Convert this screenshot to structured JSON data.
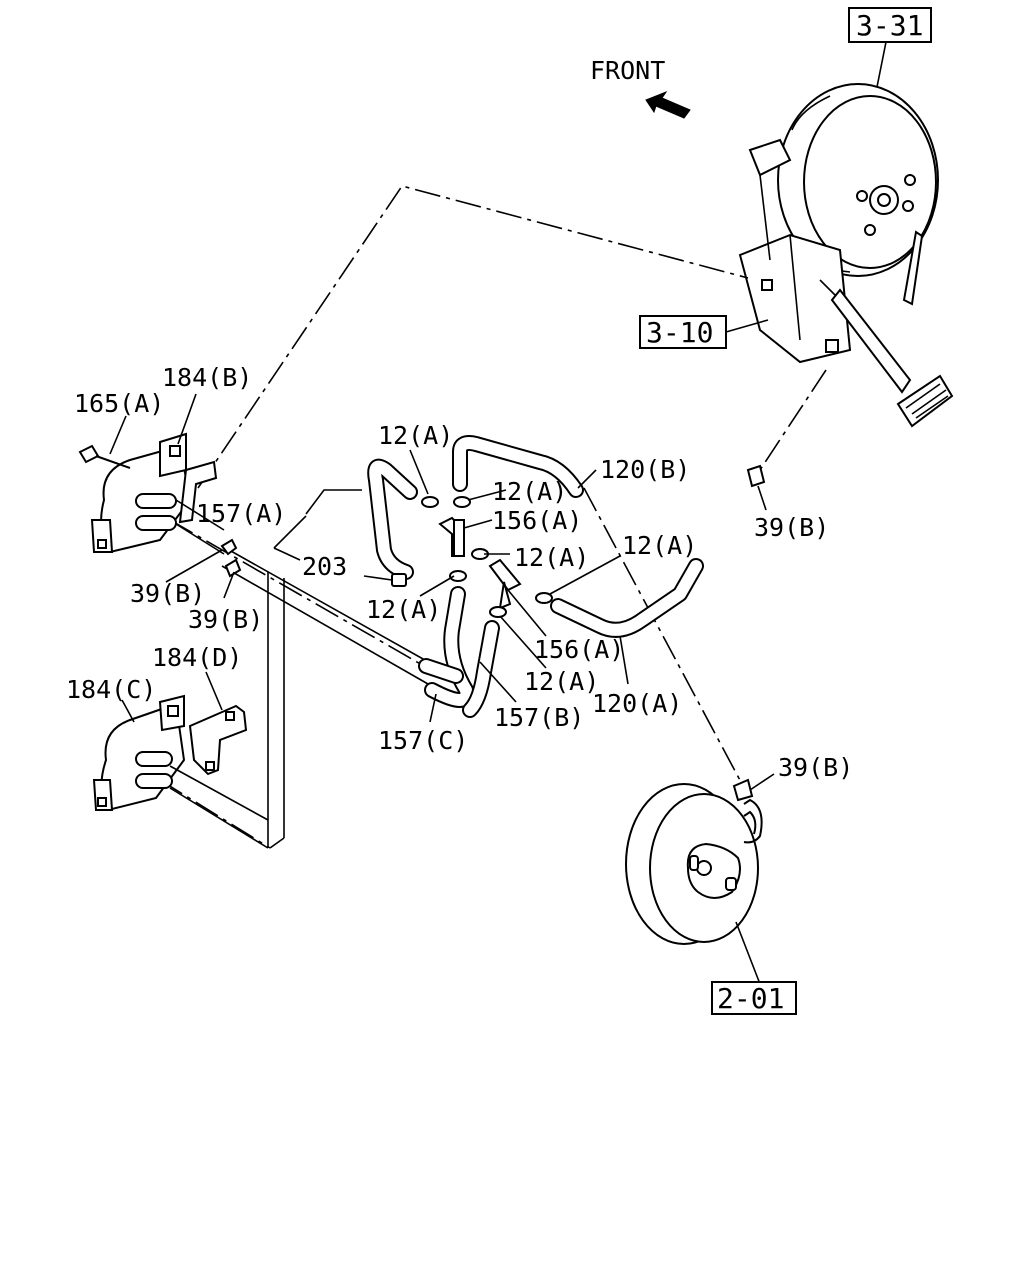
{
  "direction": {
    "label": "FRONT",
    "icon": "arrow-up-left-icon"
  },
  "references": {
    "master_cylinder": "3-31",
    "pedal_bracket": "3-10",
    "booster": "2-01"
  },
  "callouts": {
    "c184b": "184(B)",
    "c165a": "165(A)",
    "c12a_1": "12(A)",
    "c12a_2": "12(A)",
    "c12a_3": "12(A)",
    "c12a_4": "12(A)",
    "c12a_5": "12(A)",
    "c12a_6": "12(A)",
    "c120b": "120(B)",
    "c156a_1": "156(A)",
    "c156a_2": "156(A)",
    "c157a": "157(A)",
    "c203": "203",
    "c39b_1": "39(B)",
    "c39b_2": "39(B)",
    "c39b_3": "39(B)",
    "c39b_4": "39(B)",
    "c184d": "184(D)",
    "c184c": "184(C)",
    "c120a": "120(A)",
    "c157b": "157(B)",
    "c157c": "157(C)"
  }
}
